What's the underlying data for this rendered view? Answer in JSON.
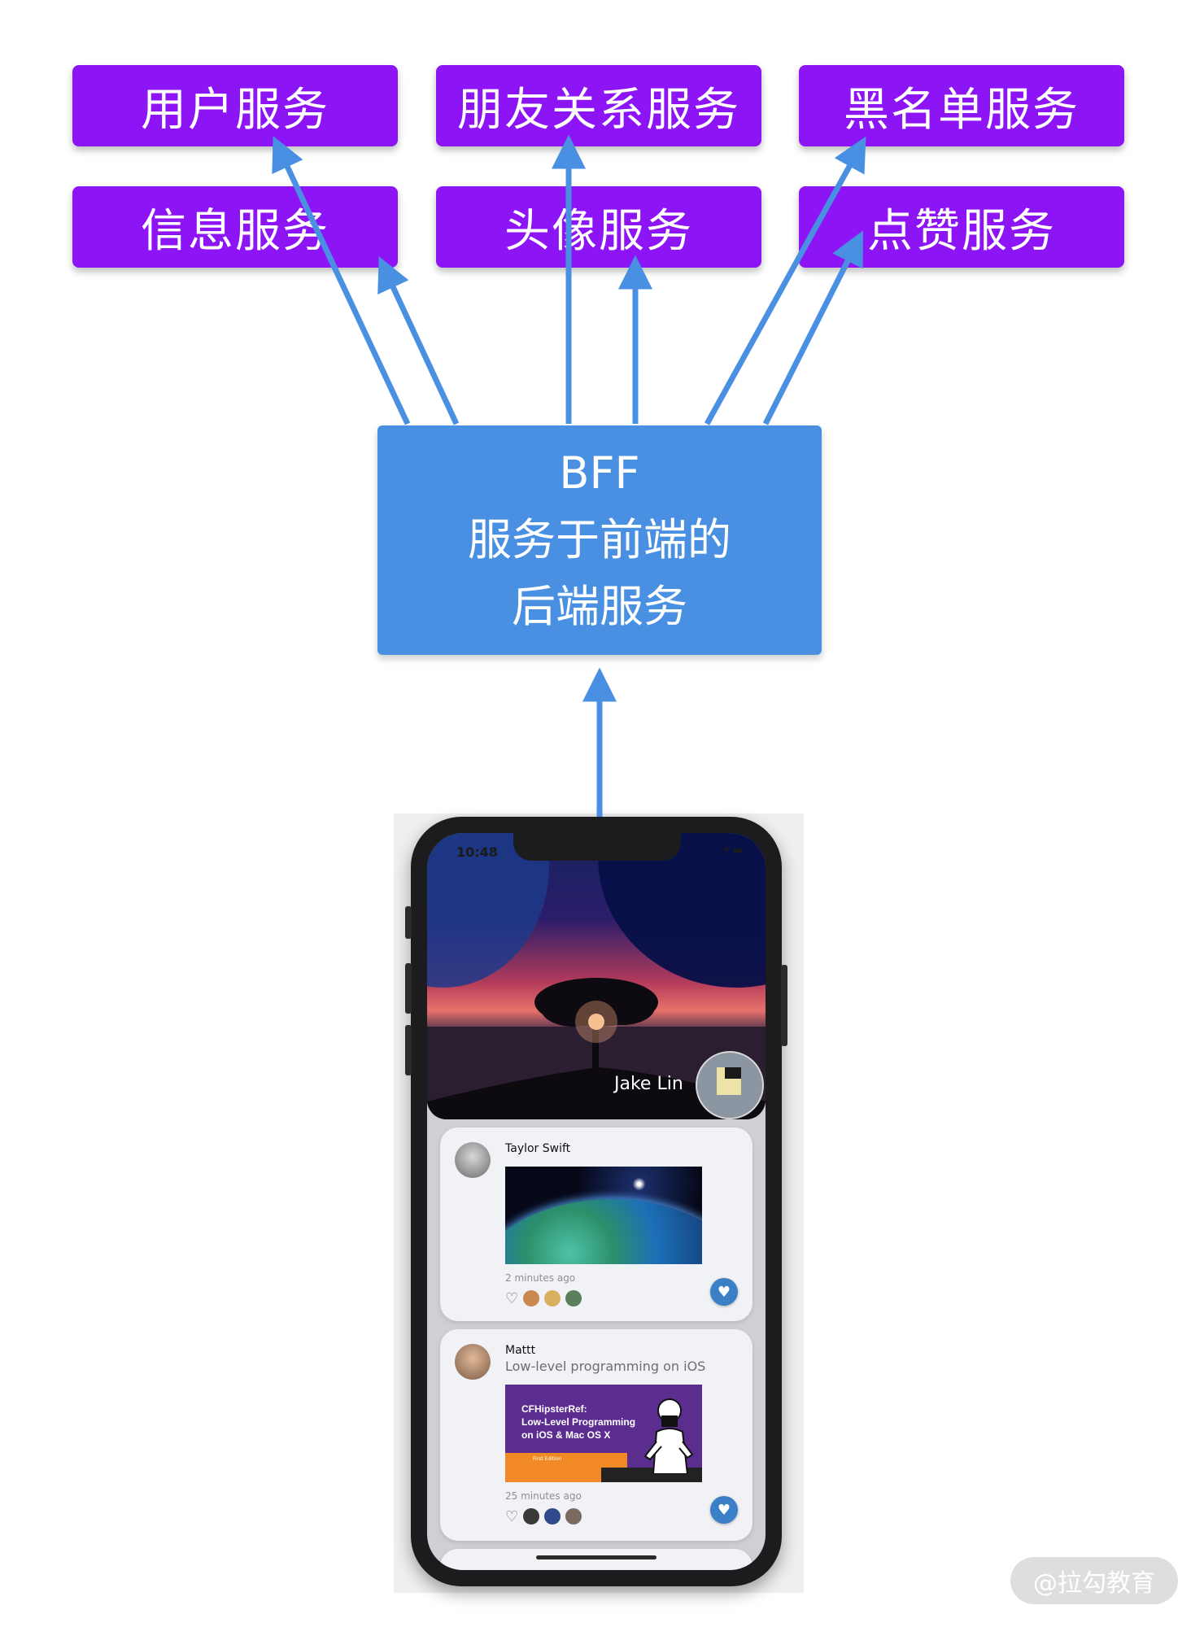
{
  "services": [
    {
      "label": "用户服务"
    },
    {
      "label": "朋友关系服务"
    },
    {
      "label": "黑名单服务"
    },
    {
      "label": "信息服务"
    },
    {
      "label": "头像服务"
    },
    {
      "label": "点赞服务"
    }
  ],
  "bff": {
    "line1": "BFF",
    "line2": "服务于前端的",
    "line3": "后端服务"
  },
  "phone": {
    "status_time": "10:48",
    "profile_name": "Jake Lin",
    "posts": [
      {
        "author": "Taylor Swift",
        "subtitle": "",
        "time_ago": "2 minutes ago"
      },
      {
        "author": "Mattt",
        "subtitle": "Low-level programming on iOS",
        "time_ago": "25 minutes ago",
        "image_text": "CFHipsterRef:\nLow-Level Programming\non iOS & Mac OS X",
        "image_badge": "First Edition"
      }
    ]
  },
  "watermark": "@拉勾教育",
  "colors": {
    "service_box": "#8c14f5",
    "bff_box": "#4a90e2",
    "arrow": "#4a90e2"
  },
  "icons": [
    "heart-outline-icon",
    "heart-icon",
    "wifi-icon",
    "battery-icon"
  ]
}
